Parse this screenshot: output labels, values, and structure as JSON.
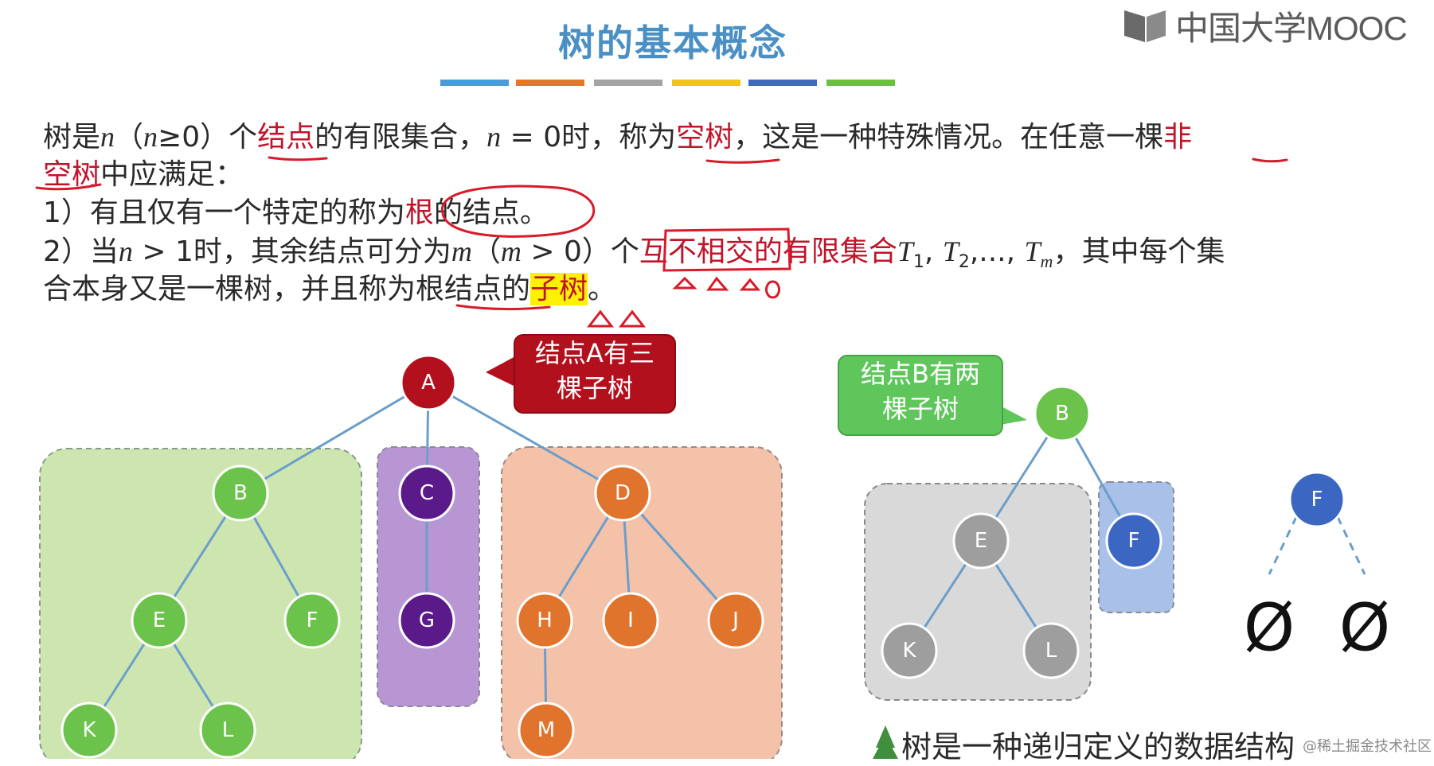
{
  "logo": {
    "text": "中国大学MOOC",
    "icon": "mooc-book-icon"
  },
  "title": "树的基本概念",
  "title_bar_colors": [
    "#4a9cd6",
    "#e3782d",
    "#a3a3a3",
    "#f2c416",
    "#3f6db5",
    "#6cbf45"
  ],
  "definition": {
    "s1": "树是",
    "n1": "n",
    "s2": "（",
    "n2": "n",
    "s3": "≥0）个",
    "node_term": "结点",
    "s4": "的有限集合，",
    "n3": "n",
    "s5": " = 0时，称为",
    "empty_term": "空树",
    "s6": "，这是一种特殊情况。在任意一棵",
    "nonempty_a": "非",
    "nonempty_b": "空树",
    "s7": "中应满足：",
    "r1_a": "1）有且仅有一个特定的称为",
    "r1_root": "根",
    "r1_b": "的结点。",
    "r2_a": "2）当",
    "r2_n": "n",
    "r2_b": " > 1时，其余结点可分为",
    "r2_m": "m",
    "r2_c": "（",
    "r2_m2": "m",
    "r2_d": " > 0）个",
    "r2_disjoint": "互不相交",
    "r2_finite": "的有限集合",
    "r2_T1": "T",
    "r2_sub1": "1",
    "r2_sep1": ", ",
    "r2_T2": "T",
    "r2_sub2": "2",
    "r2_sep2": ",..., ",
    "r2_Tm": "T",
    "r2_subm": "m",
    "r2_e": "，其中每个集",
    "r3_a": "合本身又是一棵树，并且称为根结点的",
    "r3_subtree": "子树",
    "r3_b": "。"
  },
  "callout_a": {
    "line1": "结点A有三",
    "line2": "棵子树"
  },
  "callout_b": {
    "line1": "结点B有两",
    "line2": "棵子树"
  },
  "empty_symbols": [
    "Ø",
    "Ø"
  ],
  "footer": "树是一种递归定义的数据结构",
  "watermark": "@稀土掘金技术社区",
  "colors": {
    "root": "#b3101d",
    "green": "#6cc34c",
    "purple": "#5a1a8a",
    "orange": "#e0742d",
    "gray": "#9e9e9e",
    "blue": "#3b67c3",
    "edge": "#6b9ecb"
  },
  "diagram": {
    "left_tree_nodes": [
      "A",
      "B",
      "C",
      "D",
      "E",
      "F",
      "G",
      "H",
      "I",
      "J",
      "K",
      "L",
      "M"
    ],
    "right_tree_nodes": [
      "B",
      "E",
      "F",
      "K",
      "L"
    ],
    "single_node": "F"
  }
}
